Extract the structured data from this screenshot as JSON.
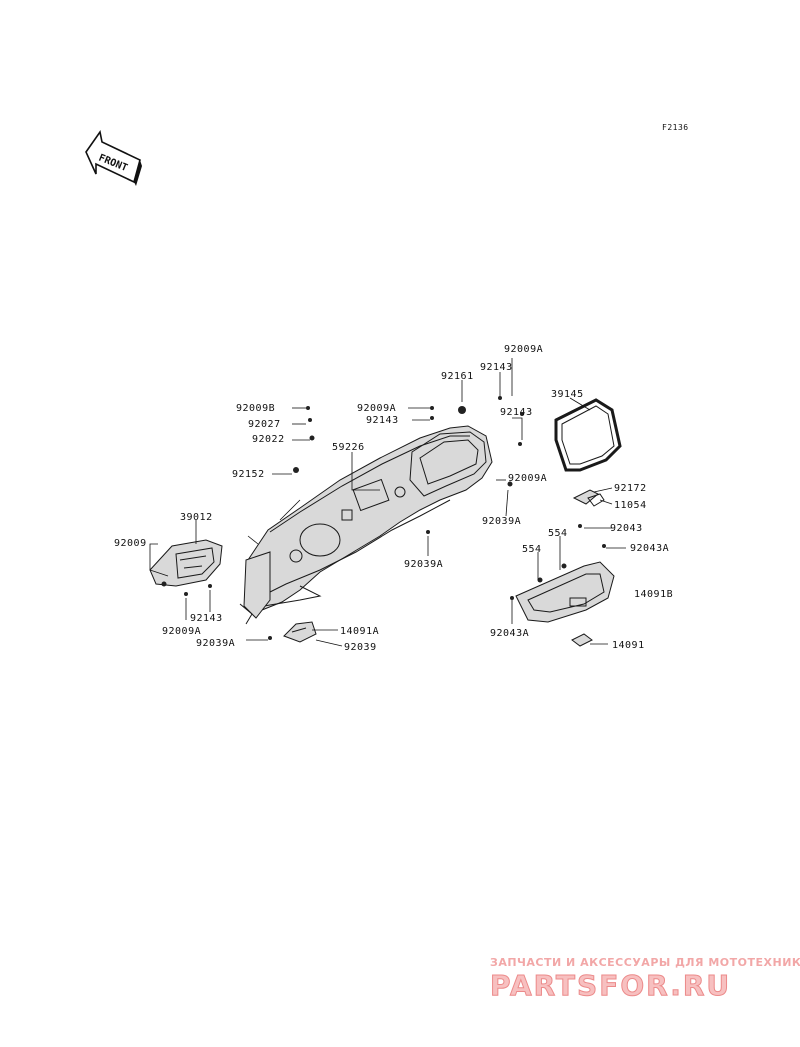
{
  "figure_code": "F2136",
  "front_label": "FRONT",
  "labels": [
    {
      "id": "l01",
      "text": "92009A"
    },
    {
      "id": "l02",
      "text": "92143"
    },
    {
      "id": "l03",
      "text": "92161"
    },
    {
      "id": "l04",
      "text": "39145"
    },
    {
      "id": "l05",
      "text": "92009B"
    },
    {
      "id": "l06",
      "text": "92009A"
    },
    {
      "id": "l07",
      "text": "92027"
    },
    {
      "id": "l08",
      "text": "92143"
    },
    {
      "id": "l09",
      "text": "92143"
    },
    {
      "id": "l10",
      "text": "92022"
    },
    {
      "id": "l11",
      "text": "59226"
    },
    {
      "id": "l12",
      "text": "92152"
    },
    {
      "id": "l13",
      "text": "92009A"
    },
    {
      "id": "l14",
      "text": "92172"
    },
    {
      "id": "l15",
      "text": "11054"
    },
    {
      "id": "l16",
      "text": "92039A"
    },
    {
      "id": "l17",
      "text": "39012"
    },
    {
      "id": "l18",
      "text": "554"
    },
    {
      "id": "l19",
      "text": "92043"
    },
    {
      "id": "l20",
      "text": "92009"
    },
    {
      "id": "l21",
      "text": "554"
    },
    {
      "id": "l22",
      "text": "92043A"
    },
    {
      "id": "l23",
      "text": "92039A"
    },
    {
      "id": "l24",
      "text": "14091B"
    },
    {
      "id": "l25",
      "text": "92143"
    },
    {
      "id": "l26",
      "text": "92009A"
    },
    {
      "id": "l27",
      "text": "92043A"
    },
    {
      "id": "l28",
      "text": "14091A"
    },
    {
      "id": "l29",
      "text": "92039A"
    },
    {
      "id": "l30",
      "text": "92039"
    },
    {
      "id": "l31",
      "text": "14091"
    }
  ],
  "watermark": {
    "tagline": "ЗАПЧАСТИ И АКСЕССУАРЫ ДЛЯ МОТОТЕХНИКИ",
    "brand": "PARTSFOR.RU"
  }
}
